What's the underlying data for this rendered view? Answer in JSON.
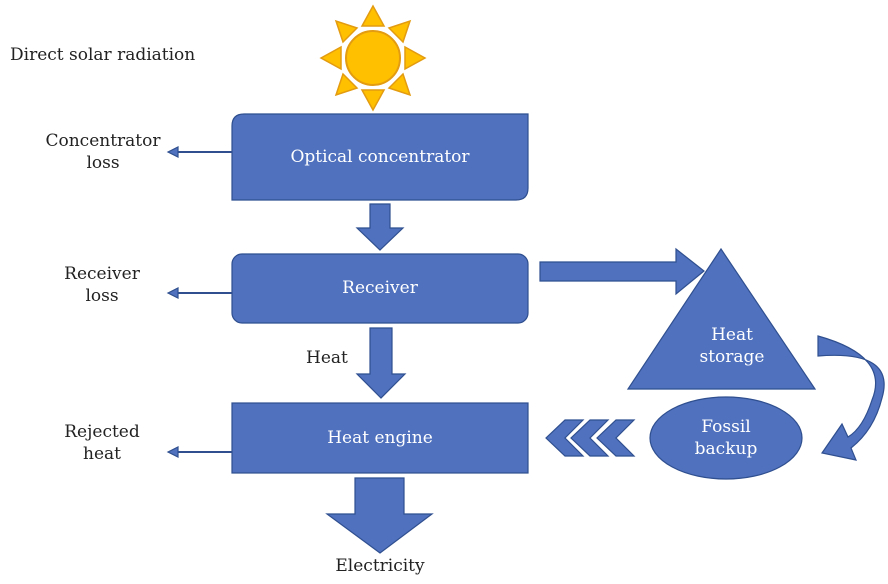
{
  "colors": {
    "fill": "#4f71be",
    "stroke": "#2f4f8f",
    "sun_fill": "#ffc000",
    "sun_stroke": "#e39b10",
    "text": "#222222",
    "box_text": "#ffffff"
  },
  "labels": {
    "direct_solar_radiation": "Direct solar radiation",
    "concentrator_loss_line1": "Concentrator",
    "concentrator_loss_line2": "loss",
    "receiver_loss_line1": "Receiver",
    "receiver_loss_line2": "loss",
    "rejected_heat_line1": "Rejected",
    "rejected_heat_line2": "heat",
    "heat": "Heat",
    "electricity": "Electricity"
  },
  "boxes": {
    "optical_concentrator": "Optical concentrator",
    "receiver": "Receiver",
    "heat_engine": "Heat engine",
    "heat_storage_line1": "Heat",
    "heat_storage_line2": "storage",
    "fossil_backup_line1": "Fossil",
    "fossil_backup_line2": "backup"
  },
  "icons": {
    "sun": "sun-icon",
    "chevrons": "triple-chevron-left-icon"
  }
}
